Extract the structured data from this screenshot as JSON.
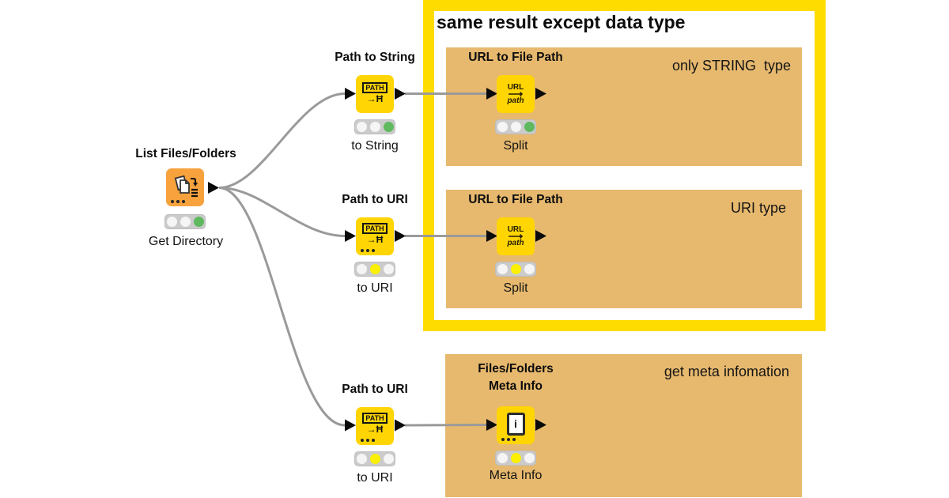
{
  "annotation_box": {
    "title": "same result except data type",
    "border_color": "#FFDC00"
  },
  "panels": {
    "string": {
      "note": "only STRING  type"
    },
    "uri": {
      "note": "URI type"
    },
    "meta": {
      "note": "get meta infomation"
    }
  },
  "icons": {
    "path_box": "PATH",
    "path_arrow": "→Ħ",
    "url_top": "URL",
    "url_arrow": "⟶",
    "url_bottom": "path",
    "info": "i",
    "list_files": "list-files-icon"
  },
  "nodes": {
    "list": {
      "title": "List Files/Folders",
      "label": "Get Directory",
      "status": "green"
    },
    "path_to_string": {
      "title": "Path to String",
      "label": "to String",
      "status": "green"
    },
    "url_to_file_path_string": {
      "title": "URL to File Path",
      "label": "Split",
      "status": "green"
    },
    "path_to_uri": {
      "title": "Path to URI",
      "label": "to URI",
      "status": "yellow"
    },
    "url_to_file_path_uri": {
      "title": "URL to File Path",
      "label": "Split",
      "status": "yellow"
    },
    "path_to_uri_meta": {
      "title": "Path to URI",
      "label": "to URI",
      "status": "yellow"
    },
    "files_folders_meta_info": {
      "title": "Files/Folders\nMeta Info",
      "label": "Meta Info",
      "status": "yellow"
    }
  },
  "colors": {
    "node_orange": "#F7A23C",
    "node_yellow": "#FFD504",
    "panel_tan": "#E7B96E",
    "status_green": "#5FB95F",
    "status_yellow": "#FAF000",
    "wire_gray": "#9A9A9A"
  }
}
